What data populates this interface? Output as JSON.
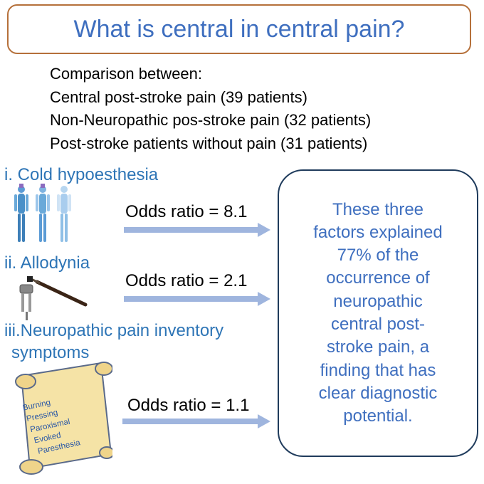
{
  "title": "What is central in central pain?",
  "comparison": {
    "heading": "Comparison between:",
    "groups": [
      "Central post-stroke pain (39 patients)",
      "Non-Neuropathic pos-stroke pain (32 patients)",
      "Post-stroke patients without pain (31 patients)"
    ]
  },
  "factors": [
    {
      "label": "i. Cold hypoesthesia",
      "odds_ratio": "Odds ratio = 8.1"
    },
    {
      "label": "ii. Allodynia",
      "odds_ratio": "Odds ratio = 2.1"
    },
    {
      "label_line1": "iii.Neuropathic pain inventory",
      "label_line2": "symptoms",
      "odds_ratio": "Odds ratio = 1.1"
    }
  ],
  "scroll_items": [
    "Burning",
    "Pressing",
    "Paroxismal",
    "Evoked",
    "Paresthesia"
  ],
  "summary": {
    "lines": [
      "These three",
      "factors explained",
      "77% of the",
      "occurrence of",
      "neuropathic",
      "central post-",
      "stroke pain, a",
      "finding that has",
      "clear diagnostic",
      "potential."
    ]
  },
  "colors": {
    "title_text": "#3f6fbf",
    "title_border": "#b5703a",
    "factor_text": "#2e75b6",
    "arrow": "#9fb5de",
    "summary_border": "#1f3b5c",
    "scroll_fill": "#f5e3a6",
    "scroll_text": "#2b58a6"
  },
  "icons": [
    "body-figures-icon",
    "tuning-fork-brush-icon",
    "scroll-icon"
  ]
}
